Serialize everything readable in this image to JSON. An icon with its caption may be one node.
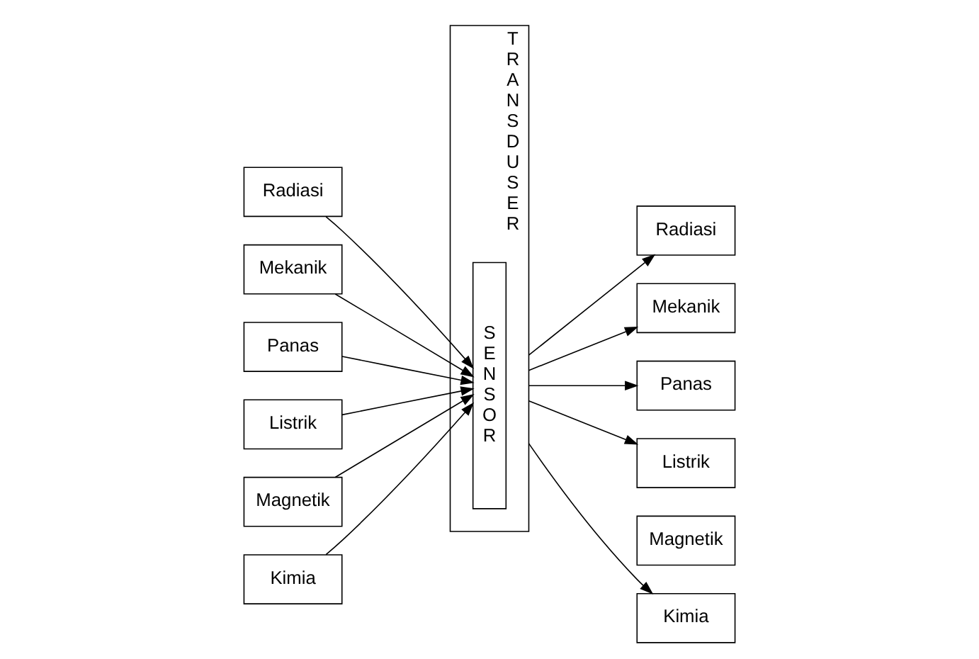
{
  "diagram": {
    "nodes": [
      {
        "text": [
          "TRANSDUSER"
        ]
      },
      {
        "text": [
          "SENSOR"
        ],
        "in": 0
      },
      {
        "text": [
          "Radiasi"
        ]
      },
      {
        "text": [
          "Mekanik"
        ]
      },
      {
        "text": [
          "Panas"
        ]
      },
      {
        "text": [
          "Listrik"
        ]
      },
      {
        "text": [
          "Magnetik"
        ]
      },
      {
        "text": [
          "Kimia"
        ]
      },
      {
        "text": [
          "Radiasi"
        ]
      },
      {
        "text": [
          "Mekanik"
        ]
      },
      {
        "text": [
          "Panas"
        ]
      },
      {
        "text": [
          "Listrik"
        ]
      },
      {
        "text": [
          "Magnetik"
        ]
      },
      {
        "text": [
          "Kimia"
        ]
      }
    ],
    "edges": [
      {
        "from": 2,
        "to": 1,
        "arrow": "to"
      },
      {
        "from": 3,
        "to": 1,
        "arrow": "to"
      },
      {
        "from": 4,
        "to": 1,
        "arrow": "to"
      },
      {
        "from": 5,
        "to": 1,
        "arrow": "to"
      },
      {
        "from": 6,
        "to": 1,
        "arrow": "to"
      },
      {
        "from": 7,
        "to": 1,
        "arrow": "to"
      },
      {
        "from": 0,
        "to": 8,
        "arrow": "to"
      },
      {
        "from": 0,
        "to": 9,
        "arrow": "to"
      },
      {
        "from": 0,
        "to": 10,
        "arrow": "to"
      },
      {
        "from": 0,
        "to": 11,
        "arrow": "to"
      },
      {
        "from": 0,
        "to": 13,
        "arrow": "to"
      }
    ]
  }
}
